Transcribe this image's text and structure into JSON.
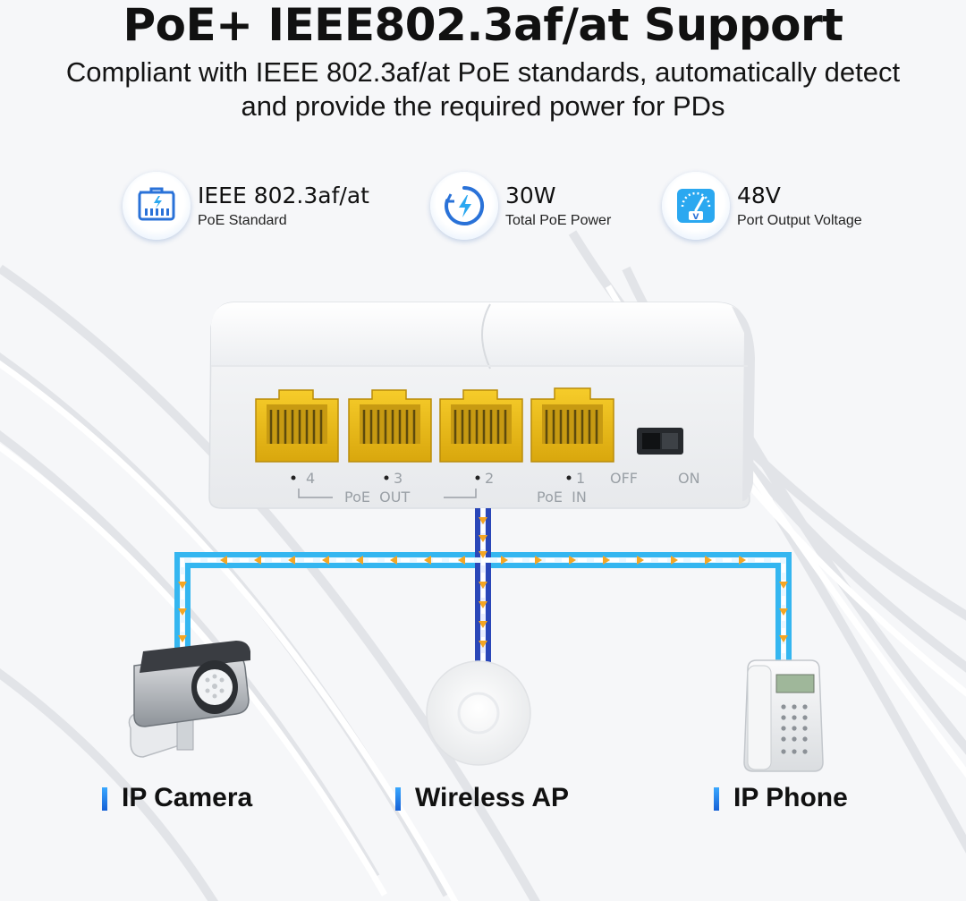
{
  "headline": "PoE+ IEEE802.3af/at Support",
  "subheadline": "Compliant with IEEE 802.3af/at PoE standards, automatically detect and provide the required power for PDs",
  "features": [
    {
      "icon": "ethernet-port-icon",
      "title": "IEEE 802.3af/at",
      "subtitle": "PoE Standard"
    },
    {
      "icon": "power-bolt-icon",
      "title": "30W",
      "subtitle": "Total PoE Power"
    },
    {
      "icon": "voltmeter-icon",
      "title": "48V",
      "subtitle": "Port Output Voltage"
    }
  ],
  "switch_panel": {
    "port_labels": [
      "4",
      "3",
      "2",
      "1"
    ],
    "group_labels": {
      "poe_out": "PoE  OUT",
      "poe_in": "PoE  IN"
    },
    "toggle_labels": {
      "off": "OFF",
      "on": "ON"
    }
  },
  "devices": [
    {
      "icon": "ip-camera-icon",
      "label": "IP Camera"
    },
    {
      "icon": "wireless-ap-icon",
      "label": "Wireless AP"
    },
    {
      "icon": "ip-phone-icon",
      "label": "IP Phone"
    }
  ],
  "colors": {
    "cable_outer": "#34b6f0",
    "cable_inner_dark": "#2a47b8",
    "arrow": "#f5a623",
    "port_yellow": "#f2c21b",
    "accent_blue": "#1e6fe0"
  }
}
